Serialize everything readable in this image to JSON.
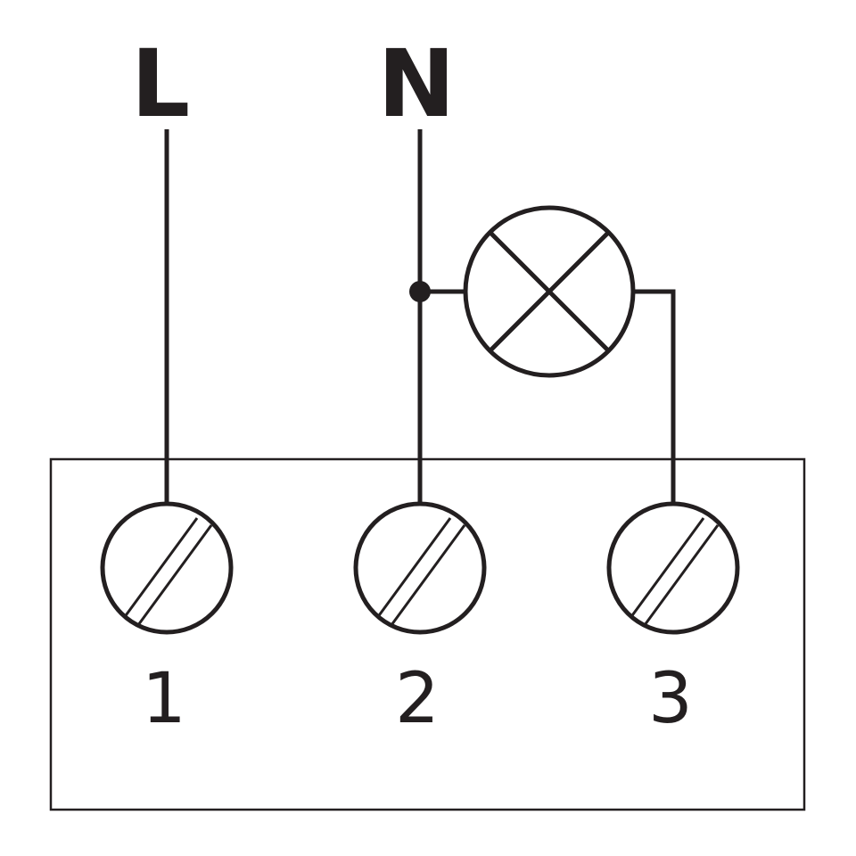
{
  "supply": {
    "live_label": "L",
    "neutral_label": "N"
  },
  "terminals": [
    {
      "label": "1"
    },
    {
      "label": "2"
    },
    {
      "label": "3"
    }
  ],
  "colors": {
    "ink": "#231f20",
    "background": "#ffffff"
  },
  "icons": {
    "lamp": "lamp-symbol-icon",
    "terminal": "screw-terminal-icon"
  }
}
